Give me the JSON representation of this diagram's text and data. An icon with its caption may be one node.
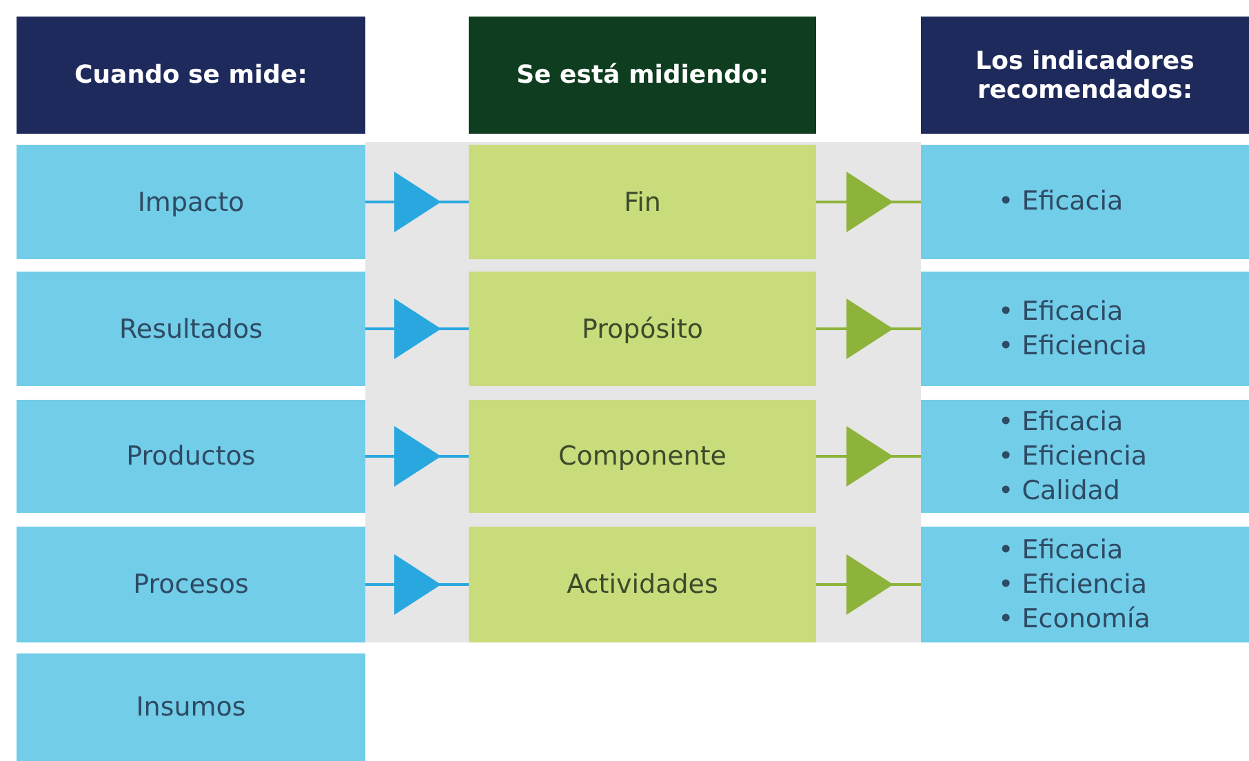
{
  "diagram": {
    "nodes": [
      {
        "text": [
          "Cuando se mide:"
        ]
      },
      {
        "text": [
          "Se está midiendo:"
        ]
      },
      {
        "text": [
          "Los indicadores recomendados:"
        ]
      },
      {
        "text": [
          "Impacto"
        ]
      },
      {
        "text": [
          "Fin"
        ]
      },
      {
        "text": [
          "• Eficacia"
        ]
      },
      {
        "text": [
          "Resultados"
        ]
      },
      {
        "text": [
          "Propósito"
        ]
      },
      {
        "text": [
          "• Eficacia",
          "• Eficiencia"
        ]
      },
      {
        "text": [
          "Productos"
        ]
      },
      {
        "text": [
          "Componente"
        ]
      },
      {
        "text": [
          "• Eficacia",
          "• Eficiencia",
          "• Calidad"
        ]
      },
      {
        "text": [
          "Procesos"
        ]
      },
      {
        "text": [
          "Actividades"
        ]
      },
      {
        "text": [
          "• Eficacia",
          "• Eficiencia",
          "• Economía"
        ]
      },
      {
        "text": [
          "Insumos"
        ]
      }
    ],
    "edges": [
      {
        "from": 3,
        "to": 4,
        "arrow": "to",
        "color": "#29a8e0"
      },
      {
        "from": 4,
        "to": 5,
        "arrow": "to",
        "color": "#8db33a"
      },
      {
        "from": 6,
        "to": 7,
        "arrow": "to",
        "color": "#29a8e0"
      },
      {
        "from": 7,
        "to": 8,
        "arrow": "to",
        "color": "#8db33a"
      },
      {
        "from": 9,
        "to": 10,
        "arrow": "to",
        "color": "#29a8e0"
      },
      {
        "from": 10,
        "to": 11,
        "arrow": "to",
        "color": "#8db33a"
      },
      {
        "from": 12,
        "to": 13,
        "arrow": "to",
        "color": "#29a8e0"
      },
      {
        "from": 13,
        "to": 14,
        "arrow": "to",
        "color": "#8db33a"
      }
    ]
  }
}
